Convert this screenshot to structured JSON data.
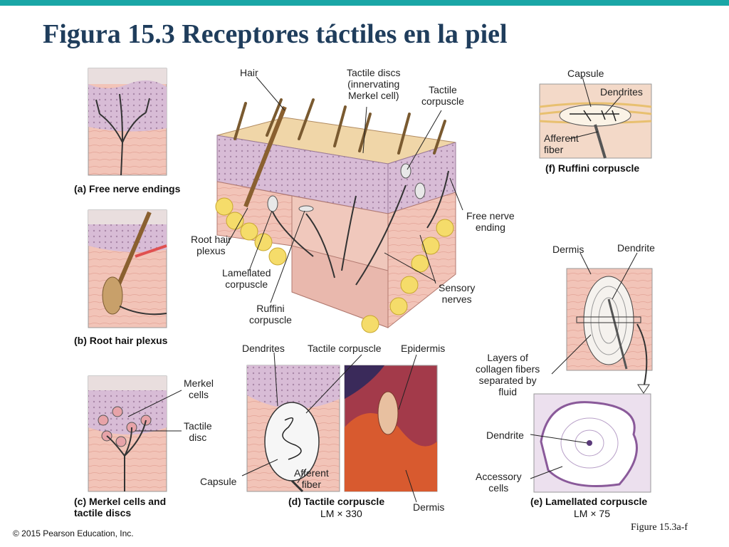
{
  "title": "Figura 15.3  Receptores táctiles en la piel",
  "figure_ref": "Figure 15.3a-f",
  "copyright": "© 2015 Pearson Education, Inc.",
  "main_labels": {
    "hair": "Hair",
    "tactile_discs": "Tactile discs\n(innervating\nMerkel cell)",
    "tactile_corpuscle": "Tactile\ncorpuscle",
    "root_hair_plexus": "Root hair\nplexus",
    "lamellated_corpuscle": "Lamellated\ncorpuscle",
    "ruffini_corpuscle": "Ruffini\ncorpuscle",
    "free_nerve_ending": "Free nerve\nending",
    "sensory_nerves": "Sensory\nnerves"
  },
  "panels": {
    "a": {
      "caption": "(a) Free nerve endings"
    },
    "b": {
      "caption": "(b) Root hair plexus"
    },
    "c": {
      "caption": "(c) Merkel cells and\ntactile discs",
      "merkel_cells": "Merkel\ncells",
      "tactile_disc": "Tactile\ndisc"
    },
    "d": {
      "caption": "(d) Tactile corpuscle",
      "magnification": "LM × 330",
      "dendrites": "Dendrites",
      "tactile_corpuscle": "Tactile corpuscle",
      "epidermis": "Epidermis",
      "capsule": "Capsule",
      "afferent_fiber": "Afferent\nfiber",
      "dermis": "Dermis"
    },
    "e": {
      "caption": "(e) Lamellated corpuscle",
      "magnification": "LM × 75",
      "dermis": "Dermis",
      "dendrite": "Dendrite",
      "layers": "Layers of\ncollagen fibers\nseparated by\nfluid",
      "dendrite2": "Dendrite",
      "accessory": "Accessory\ncells"
    },
    "f": {
      "caption": "(f) Ruffini corpuscle",
      "capsule": "Capsule",
      "dendrites": "Dendrites",
      "afferent_fiber": "Afferent\nfiber"
    }
  },
  "colors": {
    "title": "#1f3d5c",
    "accent_bar": "#1aa6a6",
    "skin_pink": "#f2c2b8",
    "epidermis_purple": "#c9a9c9",
    "fat_yellow": "#f5dc6a"
  }
}
